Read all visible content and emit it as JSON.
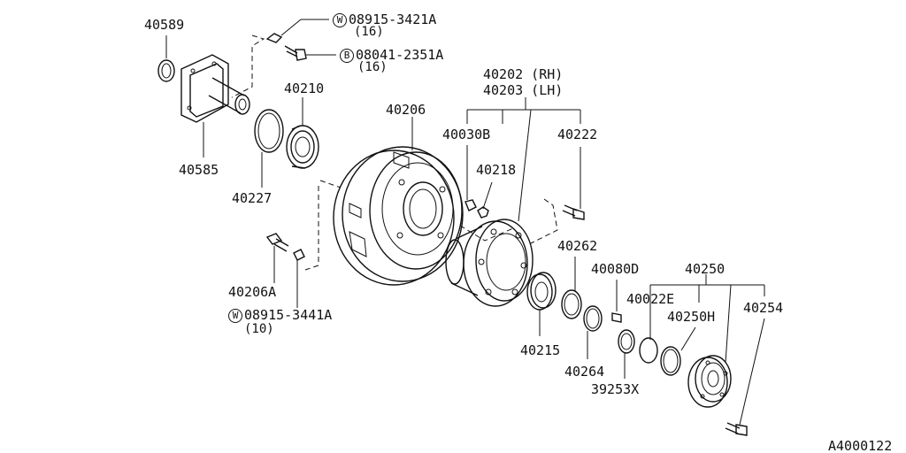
{
  "labels": {
    "p40589": "40589",
    "p40585": "40585",
    "p40210": "40210",
    "p40227": "40227",
    "p40206": "40206",
    "p40206A": "40206A",
    "w1_code": "08915-3421A",
    "w1_qty": "(16)",
    "w1_symbol": "W",
    "b1_code": "08041-2351A",
    "b1_qty": "(16)",
    "b1_symbol": "B",
    "w2_code": "08915-3441A",
    "w2_qty": "(10)",
    "w2_symbol": "W",
    "p40202": "40202 (RH)",
    "p40203": "40203 (LH)",
    "p40030B": "40030B",
    "p40218": "40218",
    "p40222": "40222",
    "p40262": "40262",
    "p40215": "40215",
    "p40264": "40264",
    "p40080D": "40080D",
    "p39253X": "39253X",
    "p40250": "40250",
    "p40022E": "40022E",
    "p40250H": "40250H",
    "p40254": "40254",
    "diagram_id": "A4000122"
  }
}
